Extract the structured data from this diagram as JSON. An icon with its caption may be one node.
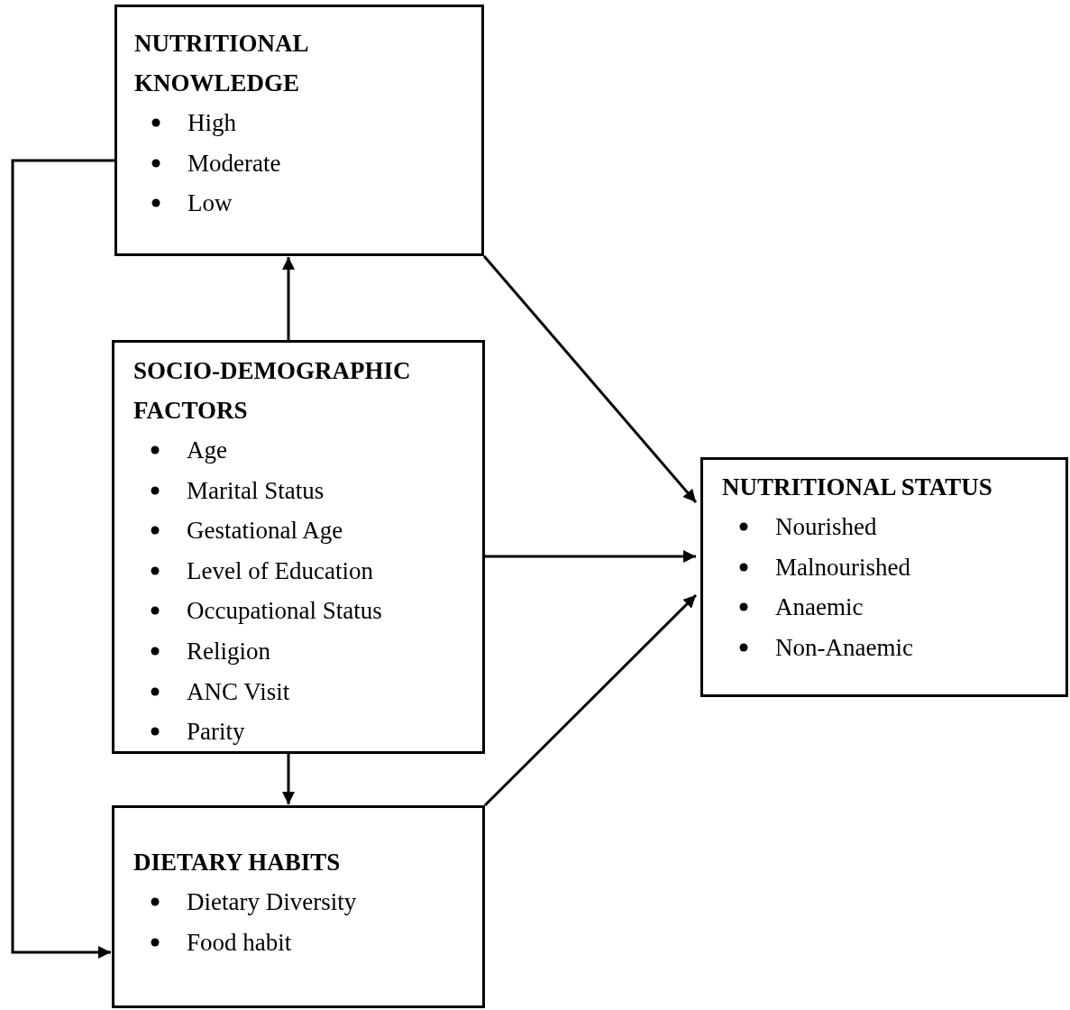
{
  "diagram": {
    "nodes": [
      {
        "text": [
          "NUTRITIONAL KNOWLEDGE",
          "High",
          "Moderate",
          "Low"
        ]
      },
      {
        "text": [
          "SOCIO-DEMOGRAPHIC FACTORS",
          "Age",
          "Marital Status",
          "Gestational Age",
          "Level of Education",
          "Occupational Status",
          "Religion",
          "ANC Visit",
          "Parity"
        ]
      },
      {
        "text": [
          "NUTRITIONAL STATUS",
          "Nourished",
          "Malnourished",
          "Anaemic",
          "Non-Anaemic"
        ]
      },
      {
        "text": [
          "DIETARY HABITS",
          "Dietary Diversity",
          "Food habit"
        ]
      }
    ],
    "edges": [
      {
        "from": 1,
        "to": 0,
        "arrow": "to"
      },
      {
        "from": 0,
        "to": 2,
        "arrow": "to"
      },
      {
        "from": 1,
        "to": 2,
        "arrow": "to"
      },
      {
        "from": 3,
        "to": 2,
        "arrow": "to"
      },
      {
        "from": 1,
        "to": 3,
        "arrow": "to"
      },
      {
        "from": 0,
        "to": 3,
        "arrow": "to"
      }
    ]
  }
}
